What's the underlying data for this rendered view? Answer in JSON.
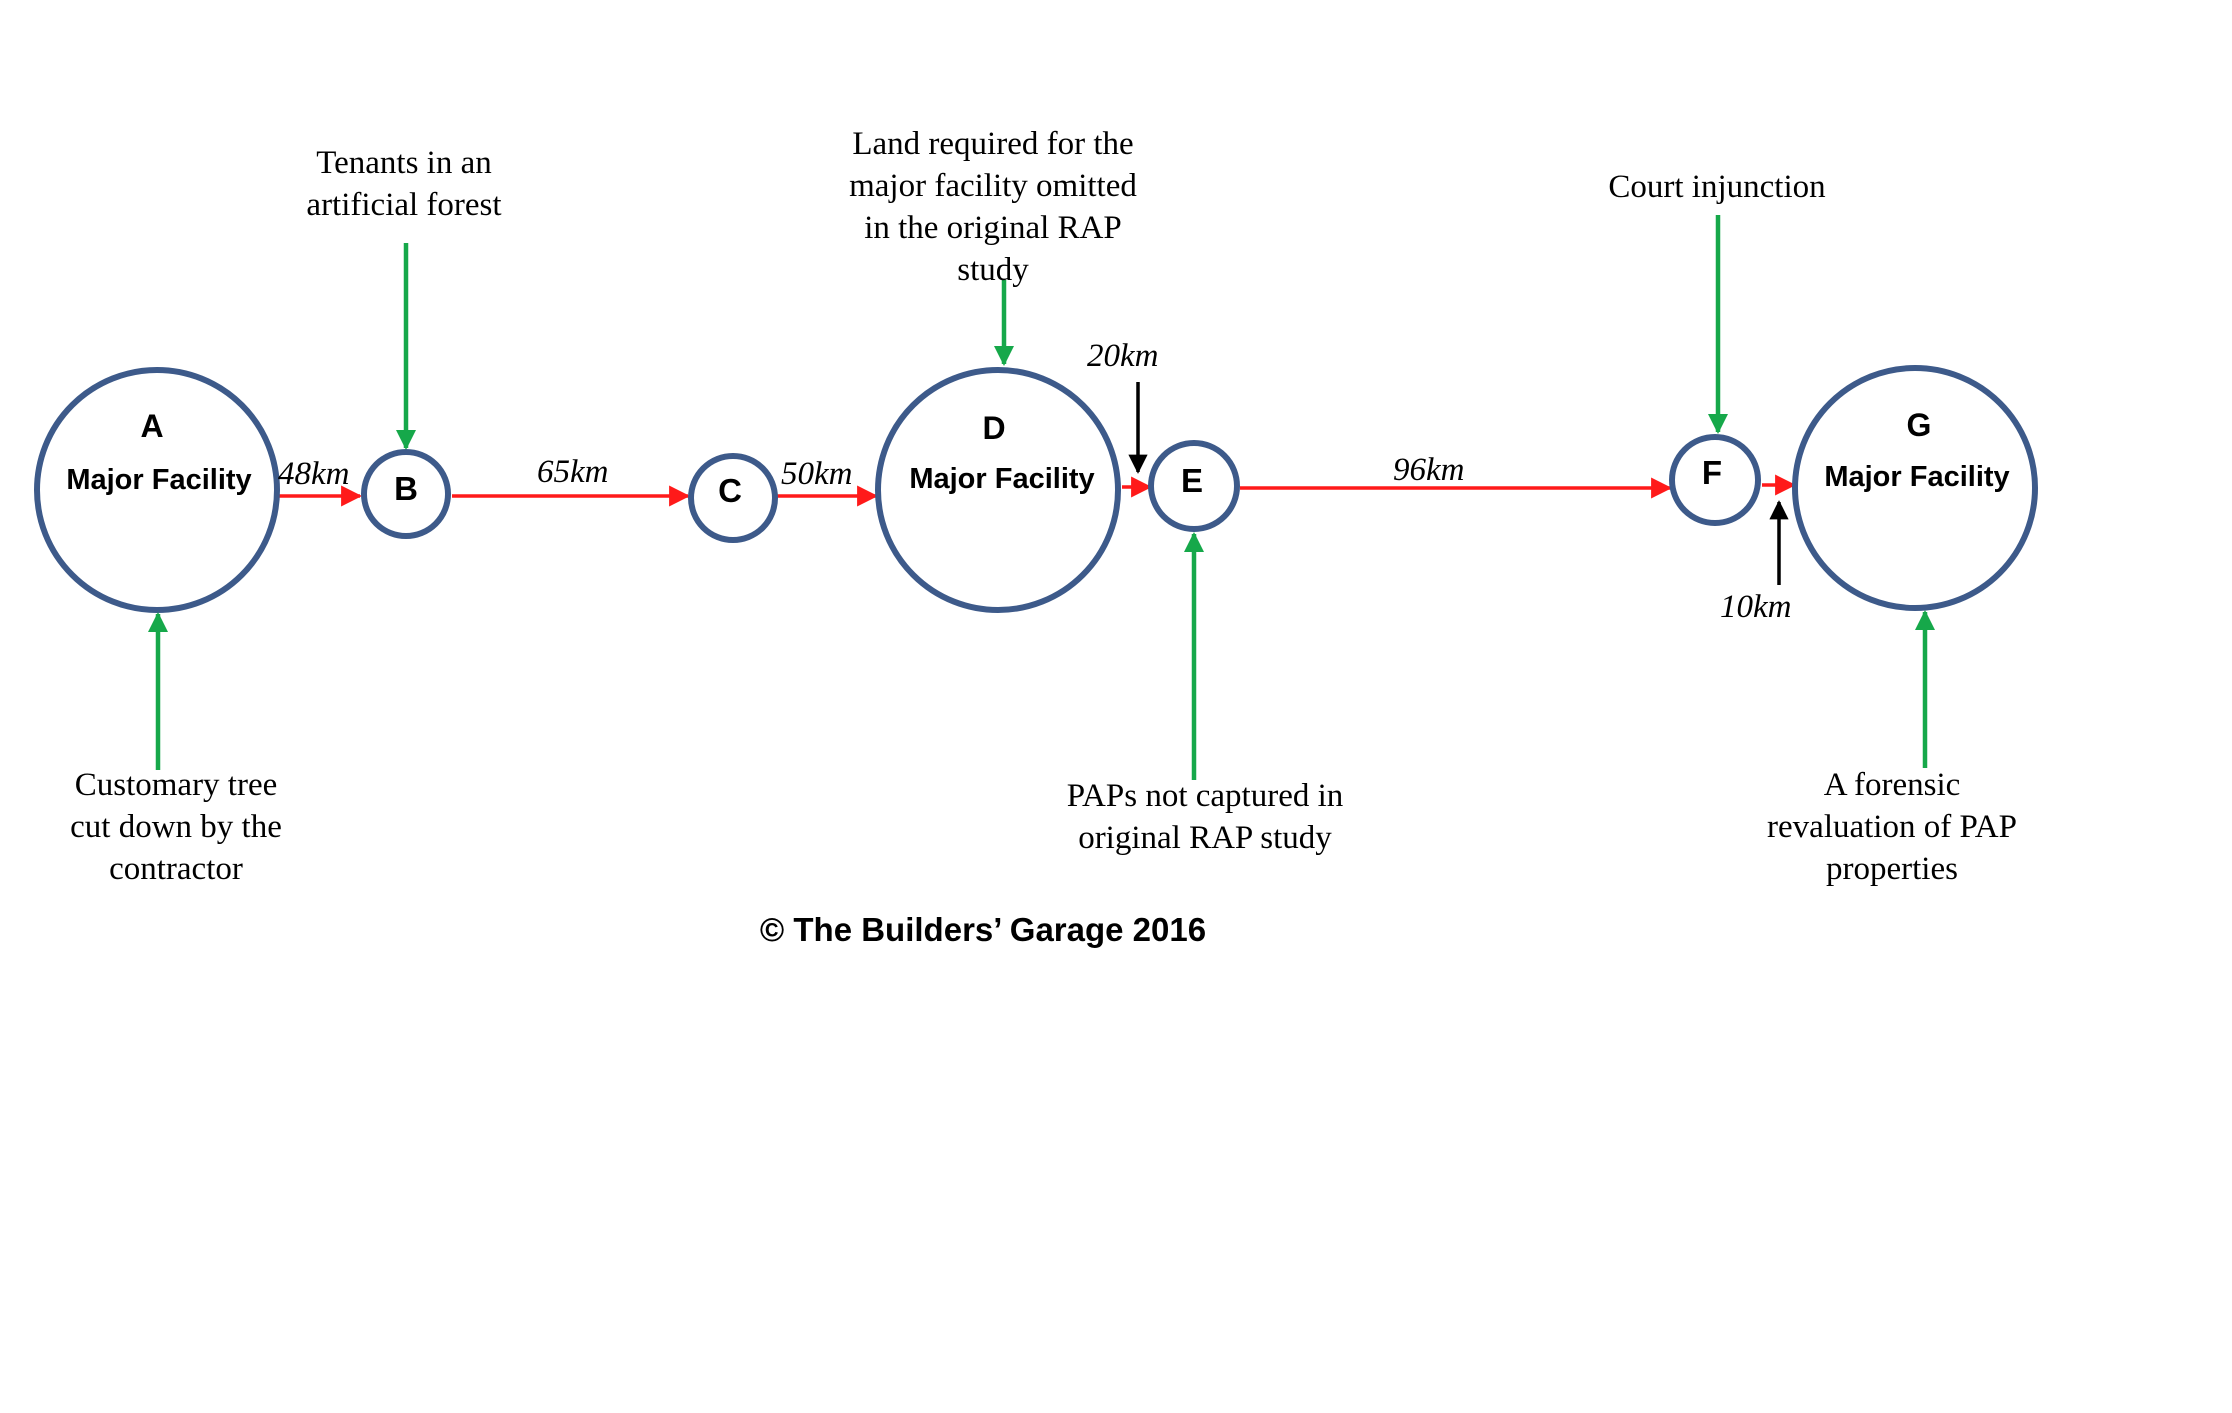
{
  "diagram": {
    "nodes": [
      {
        "id": "A",
        "letter": "A",
        "label": "Major Facility"
      },
      {
        "id": "B",
        "letter": "B",
        "label": ""
      },
      {
        "id": "C",
        "letter": "C",
        "label": ""
      },
      {
        "id": "D",
        "letter": "D",
        "label": "Major Facility"
      },
      {
        "id": "E",
        "letter": "E",
        "label": ""
      },
      {
        "id": "F",
        "letter": "F",
        "label": ""
      },
      {
        "id": "G",
        "letter": "G",
        "label": "Major Facility"
      }
    ],
    "edges": [
      {
        "from": "A",
        "to": "B",
        "distance": "48km"
      },
      {
        "from": "B",
        "to": "C",
        "distance": "65km"
      },
      {
        "from": "C",
        "to": "D",
        "distance": "50km"
      },
      {
        "from": "D",
        "to": "E",
        "distance": "20km"
      },
      {
        "from": "E",
        "to": "F",
        "distance": "96km"
      },
      {
        "from": "F",
        "to": "G",
        "distance": "10km"
      }
    ],
    "issues": {
      "A": [
        "Customary tree",
        "cut down by the",
        "contractor"
      ],
      "B": [
        "Tenants in an",
        "artificial forest"
      ],
      "D": [
        "Land required for the",
        "major facility omitted",
        "in the original RAP",
        "study"
      ],
      "E": [
        "PAPs not captured in",
        "original RAP study"
      ],
      "F": [
        "Court injunction"
      ],
      "G": [
        "A forensic",
        "revaluation of PAP",
        "properties"
      ]
    },
    "copyright": "© The Builders’ Garage 2016"
  },
  "colors": {
    "node_border": "#3d5a8a",
    "route_arrow": "#ff1a1a",
    "issue_arrow": "#16a84a",
    "pointer_arrow": "#000000"
  }
}
